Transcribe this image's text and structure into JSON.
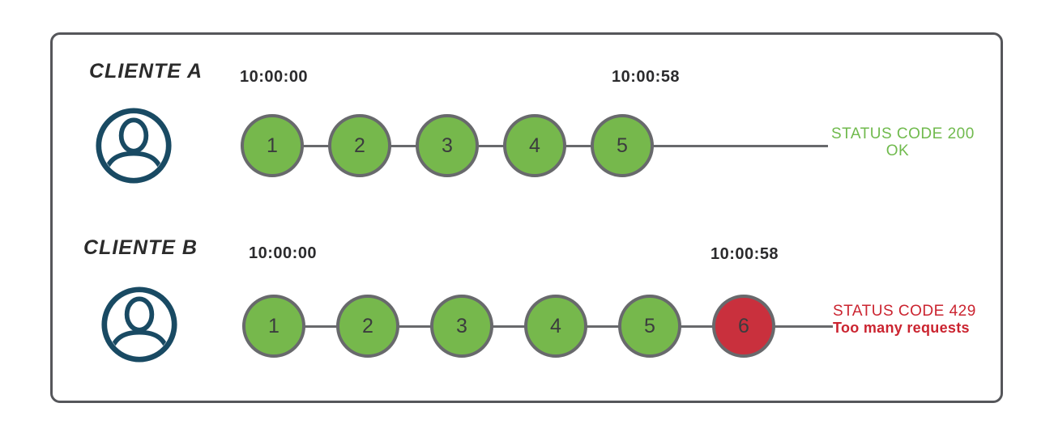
{
  "diagram": {
    "topic": "rate-limiting-requests",
    "colors": {
      "success_green": "#76b84c",
      "error_red": "#c9303d",
      "status_ok_text": "#70ba4d",
      "status_error_text": "#cb2430",
      "circle_border_gray": "#68696c",
      "line_gray": "#68696c",
      "frame_border_gray": "#55565a",
      "user_icon_navy": "#194a63",
      "timestamp_text": "#2b2b2d",
      "label_text": "#2b2b2b"
    }
  },
  "clients": [
    {
      "name": "CLIENTE A",
      "icon": "user-circle-icon",
      "start_time": "10:00:00",
      "end_time": "10:00:58",
      "requests": [
        {
          "n": "1",
          "state": "ok"
        },
        {
          "n": "2",
          "state": "ok"
        },
        {
          "n": "3",
          "state": "ok"
        },
        {
          "n": "4",
          "state": "ok"
        },
        {
          "n": "5",
          "state": "ok"
        }
      ],
      "status": {
        "line1": "STATUS CODE 200",
        "line2": "OK",
        "type": "success"
      }
    },
    {
      "name": "CLIENTE B",
      "icon": "user-circle-icon",
      "start_time": "10:00:00",
      "end_time": "10:00:58",
      "requests": [
        {
          "n": "1",
          "state": "ok"
        },
        {
          "n": "2",
          "state": "ok"
        },
        {
          "n": "3",
          "state": "ok"
        },
        {
          "n": "4",
          "state": "ok"
        },
        {
          "n": "5",
          "state": "ok"
        },
        {
          "n": "6",
          "state": "blocked"
        }
      ],
      "status": {
        "line1": "STATUS CODE 429",
        "line2": "Too many requests",
        "type": "error"
      }
    }
  ]
}
